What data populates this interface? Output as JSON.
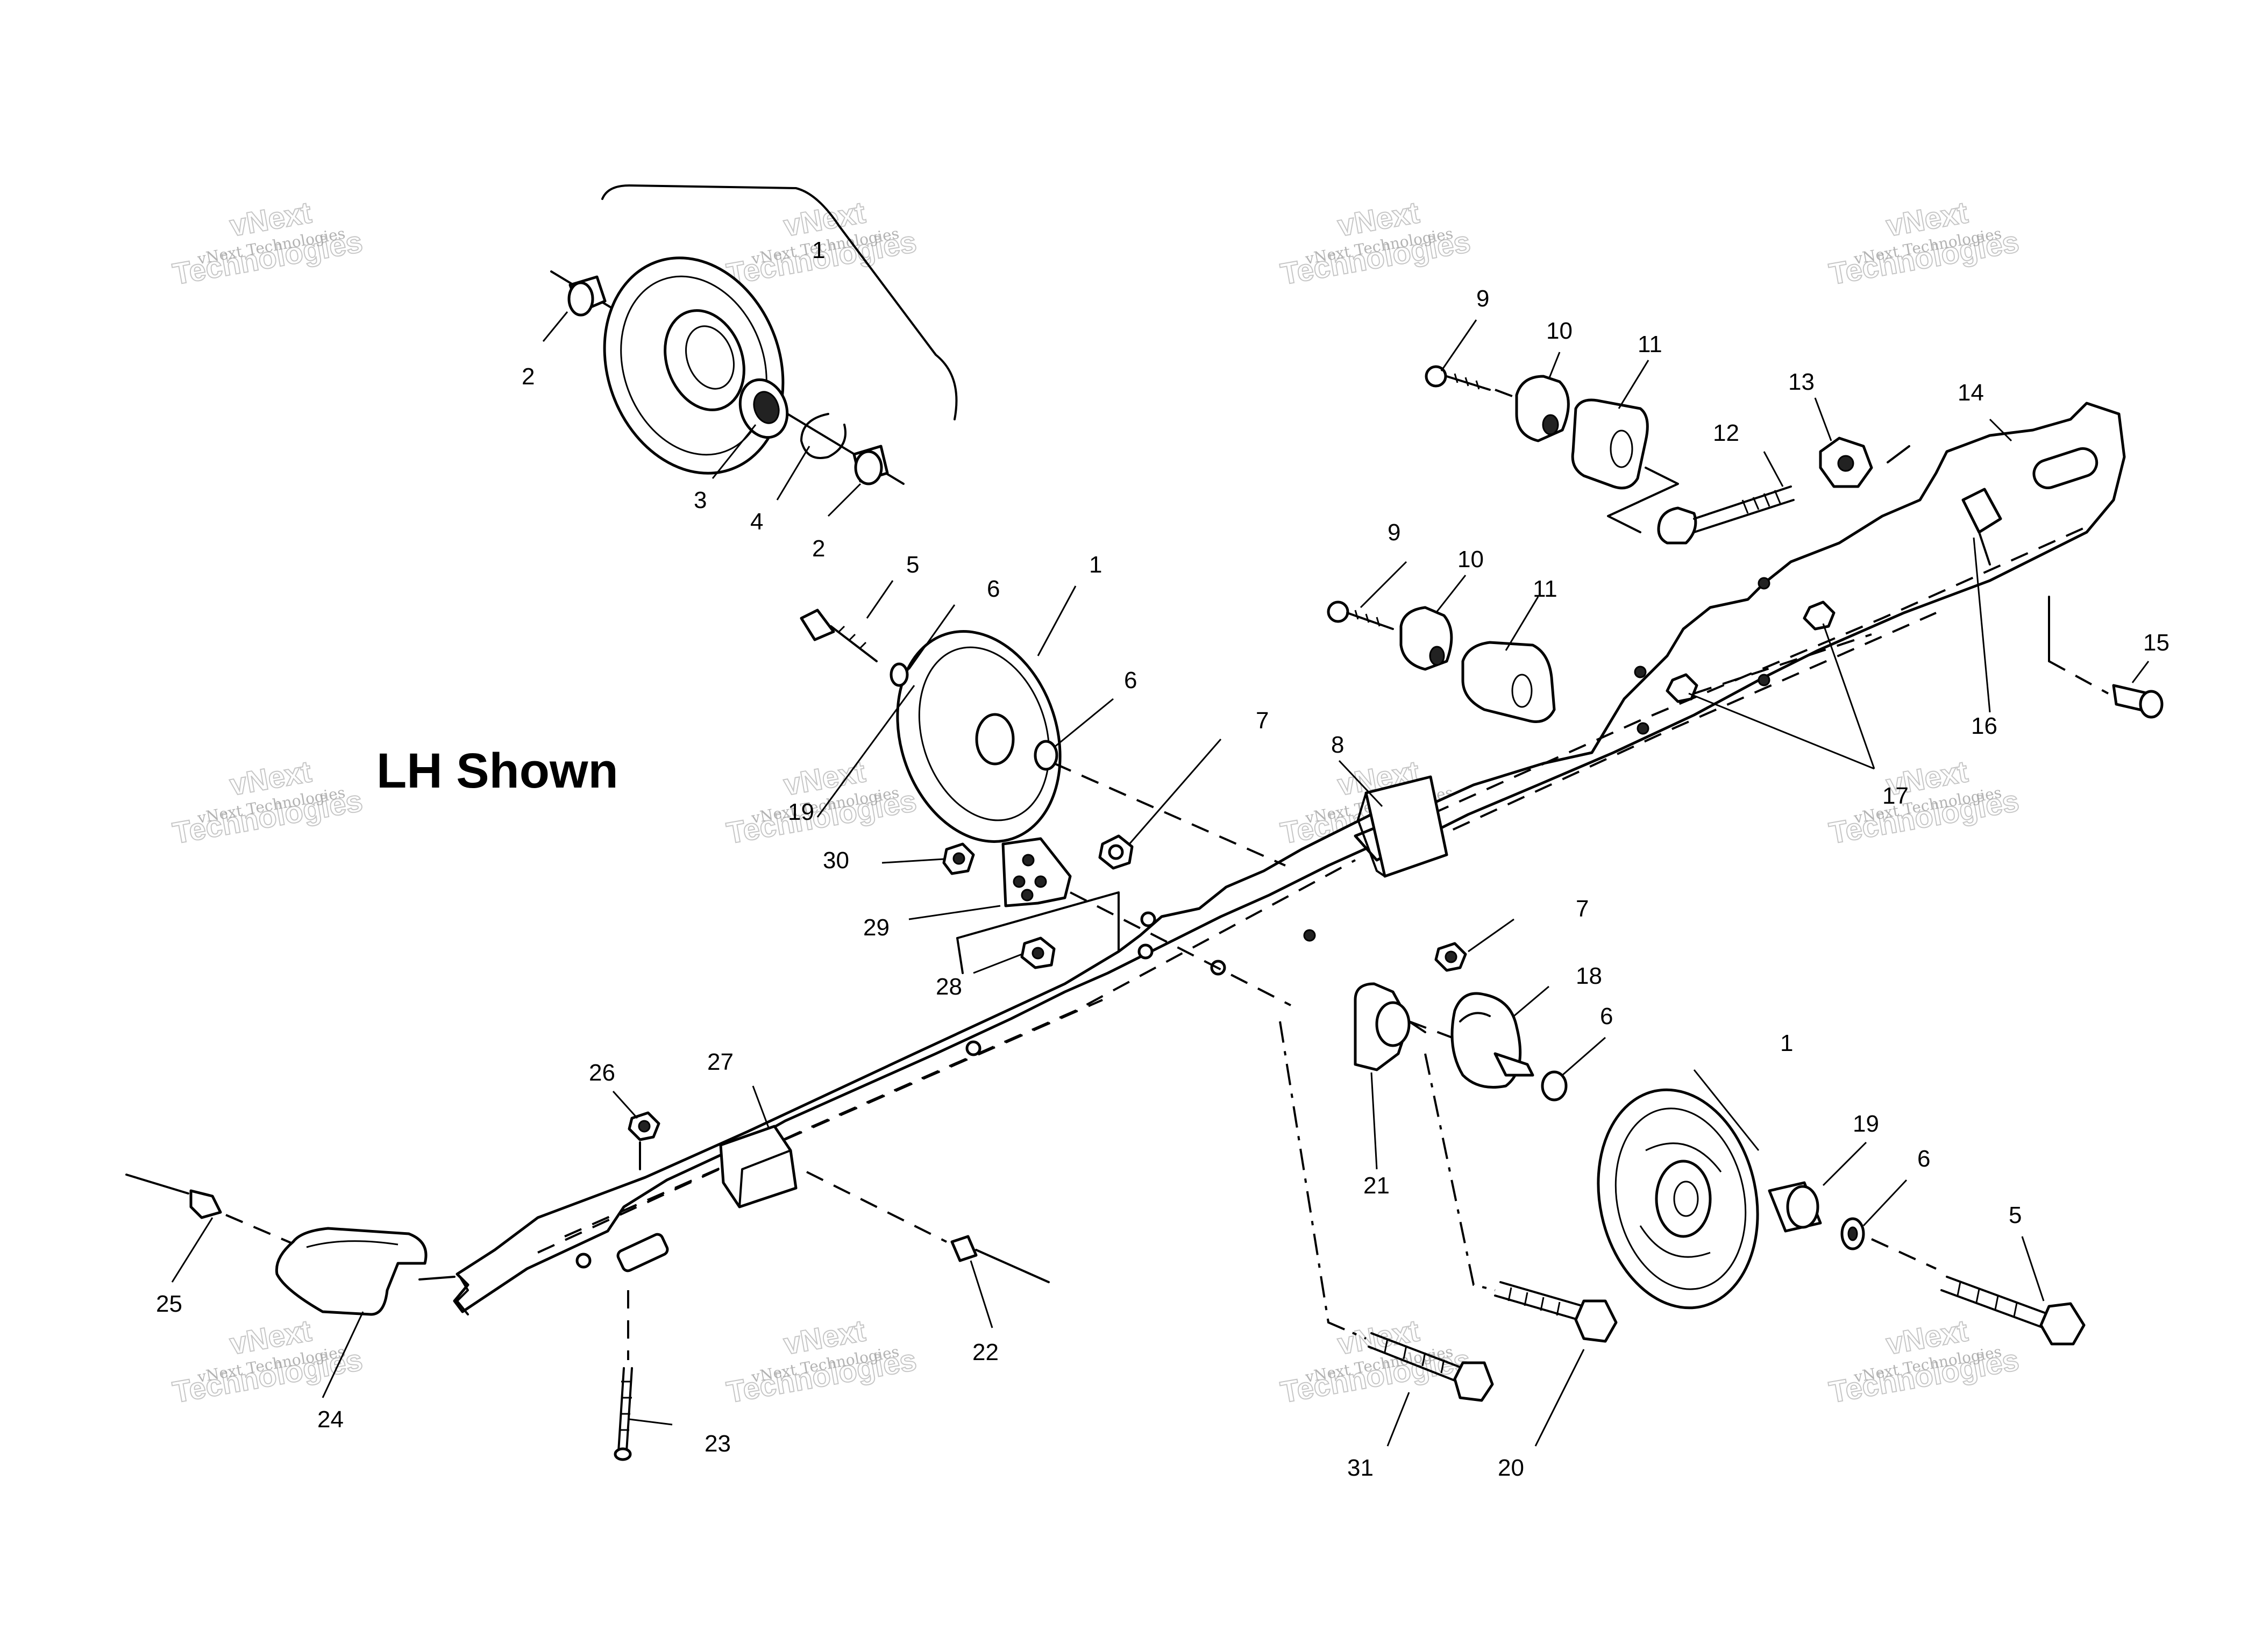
{
  "title": "LH Shown",
  "callouts": {
    "c1a": "1",
    "c2a": "2",
    "c3": "3",
    "c4": "4",
    "c2b": "2",
    "c5a": "5",
    "c6a": "6",
    "c1b": "1",
    "c6b": "6",
    "c19a": "19",
    "c30": "30",
    "c29": "29",
    "c28": "28",
    "c7a": "7",
    "c8": "8",
    "c9a": "9",
    "c10a": "10",
    "c11a": "11",
    "c12": "12",
    "c13": "13",
    "c14": "14",
    "c9b": "9",
    "c10b": "10",
    "c11b": "11",
    "c15": "15",
    "c16": "16",
    "c17": "17",
    "c7b": "7",
    "c18": "18",
    "c6c": "6",
    "c1c": "1",
    "c19b": "19",
    "c6d": "6",
    "c5b": "5",
    "c21": "21",
    "c27": "27",
    "c26": "26",
    "c25": "25",
    "c24": "24",
    "c22": "22",
    "c23": "23",
    "c31": "31",
    "c20": "20"
  },
  "watermark": {
    "line1": "vNext Technologies",
    "line2": "vNext",
    "line3": "Technologies"
  }
}
